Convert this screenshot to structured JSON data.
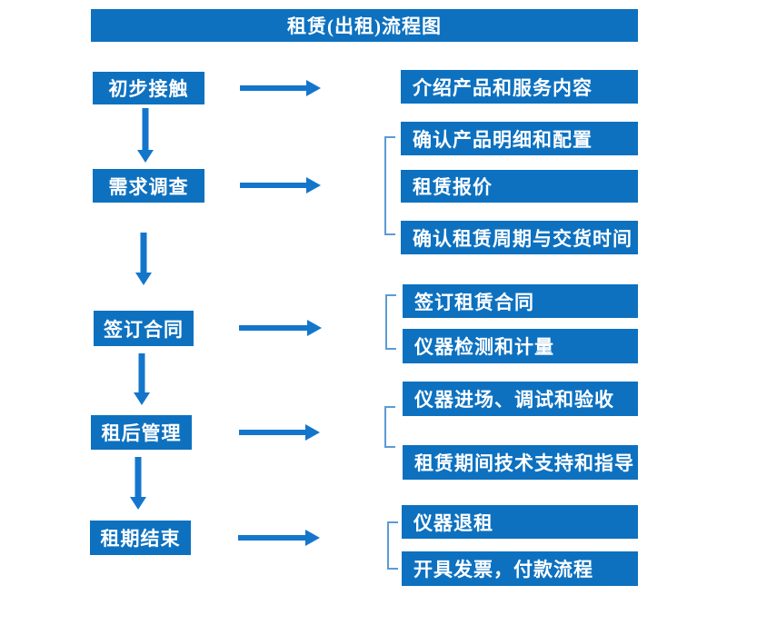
{
  "title": "租赁(出租)流程图",
  "stages": [
    {
      "label": "初步接触",
      "outputs": [
        "介绍产品和服务内容"
      ]
    },
    {
      "label": "需求调查",
      "outputs": [
        "确认产品明细和配置",
        "租赁报价",
        "确认租赁周期与交货时间"
      ]
    },
    {
      "label": "签订合同",
      "outputs": [
        "签订租赁合同",
        "仪器检测和计量"
      ]
    },
    {
      "label": "租后管理",
      "outputs": [
        "仪器进场、调试和验收",
        "租赁期间技术支持和指导"
      ]
    },
    {
      "label": "租期结束",
      "outputs": [
        "仪器退租",
        "开具发票，付款流程"
      ]
    }
  ],
  "colors": {
    "box_blue": "#0d71c0",
    "arrow_blue": "#1476cb",
    "bracket_blue": "#5b9bd5",
    "text_white": "#ffffff"
  }
}
